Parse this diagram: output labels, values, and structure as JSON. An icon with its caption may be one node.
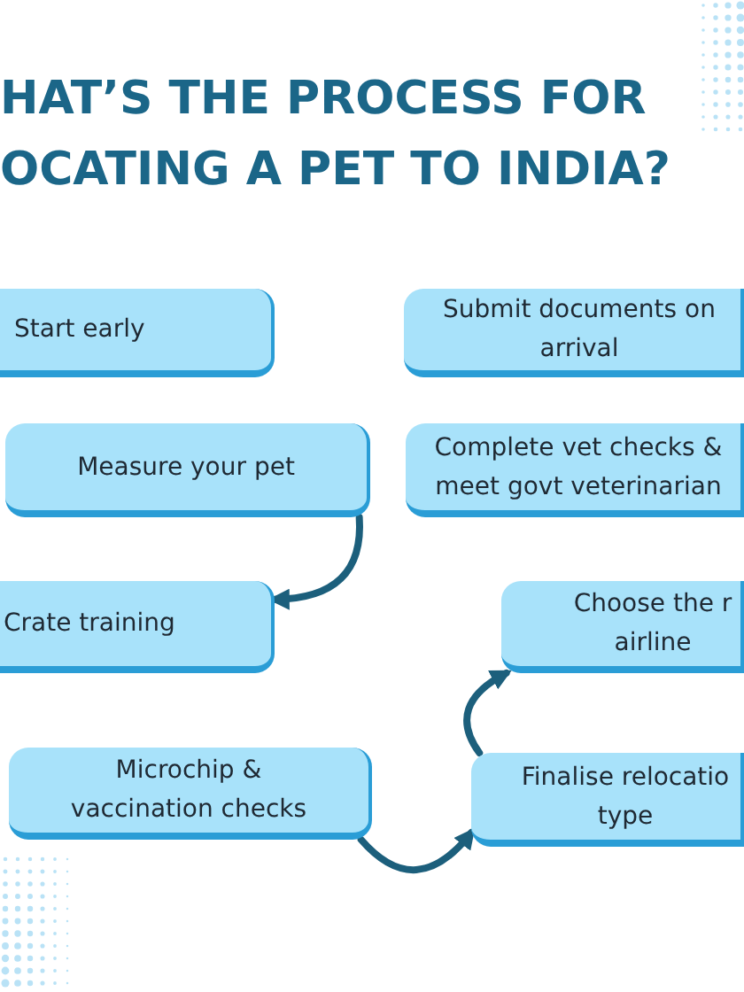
{
  "diagram": {
    "title": "HAT’S THE PROCESS FOR OCATING A PET TO INDIA?",
    "nodes": [
      {
        "text": [
          "Start early"
        ]
      },
      {
        "text": [
          "Submit documents on arrival"
        ]
      },
      {
        "text": [
          "Measure your pet"
        ]
      },
      {
        "text": [
          "Complete vet checks & meet govt veterinarian"
        ]
      },
      {
        "text": [
          "Crate training"
        ]
      },
      {
        "text": [
          "Choose the r airline"
        ]
      },
      {
        "text": [
          "Microchip & vaccination checks"
        ]
      },
      {
        "text": [
          "Finalise relocatio type"
        ]
      }
    ],
    "edges": [
      {
        "from": 2,
        "to": 4,
        "arrow": "to"
      },
      {
        "from": 6,
        "to": 7,
        "arrow": "to"
      },
      {
        "from": 7,
        "to": 5,
        "arrow": "to"
      }
    ]
  }
}
